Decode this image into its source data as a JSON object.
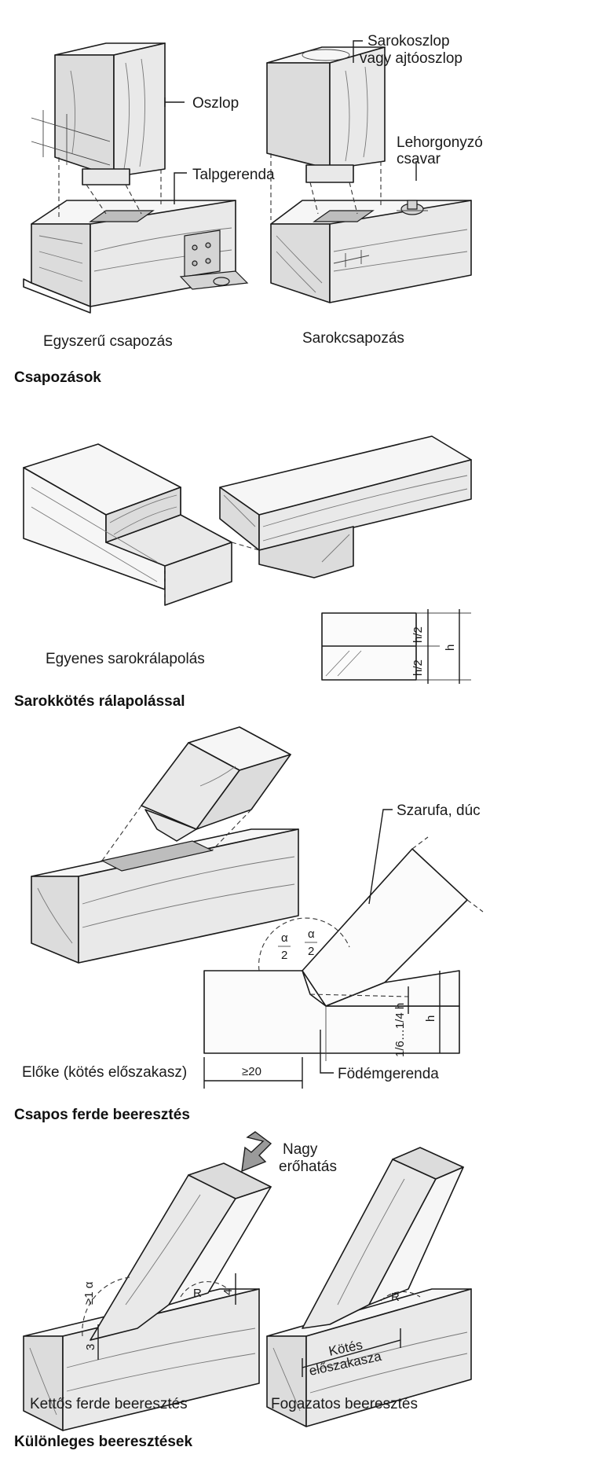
{
  "sections": [
    {
      "title": "Csapozások",
      "labels": {
        "oszlop": "Oszlop",
        "talpgerenda": "Talpgerenda",
        "sarokoszlop_1": "Sarokoszlop",
        "sarokoszlop_2": "vagy ajtóoszlop",
        "lehorgonyzo_1": "Lehorgonyzó",
        "lehorgonyzo_2": "csavar",
        "caption_left": "Egyszerű csapozás",
        "caption_right": "Sarokcsapozás"
      }
    },
    {
      "title": "Sarokkötés rálapolással",
      "labels": {
        "caption": "Egyenes sarokrálapolás",
        "dim_h2_top": "h/2",
        "dim_h2_bottom": "h/2",
        "dim_h": "h"
      }
    },
    {
      "title": "Csapos ferde beeresztés",
      "labels": {
        "szarufa": "Szarufa, dúc",
        "eloke": "Előke (kötés előszakasz)",
        "fodemgerenda": "Födémgerenda",
        "dim_20": "≥20",
        "alpha_left": "α",
        "alpha_right": "α",
        "alpha_den": "2",
        "dim_frac": "1/6…1/4 h",
        "dim_h": "h"
      }
    },
    {
      "title": "Különleges beeresztések",
      "labels": {
        "nagy_1": "Nagy",
        "nagy_2": "erőhatás",
        "caption_left": "Kettős ferde beeresztés",
        "caption_right": "Fogazatos beeresztés",
        "kotes_1": "Kötés",
        "kotes_2": "előszakasza",
        "dim_3": "3",
        "dim_a": "≥1 α",
        "dim_r1": "R",
        "dim_r2": "R",
        "dim_4": "4"
      }
    }
  ]
}
